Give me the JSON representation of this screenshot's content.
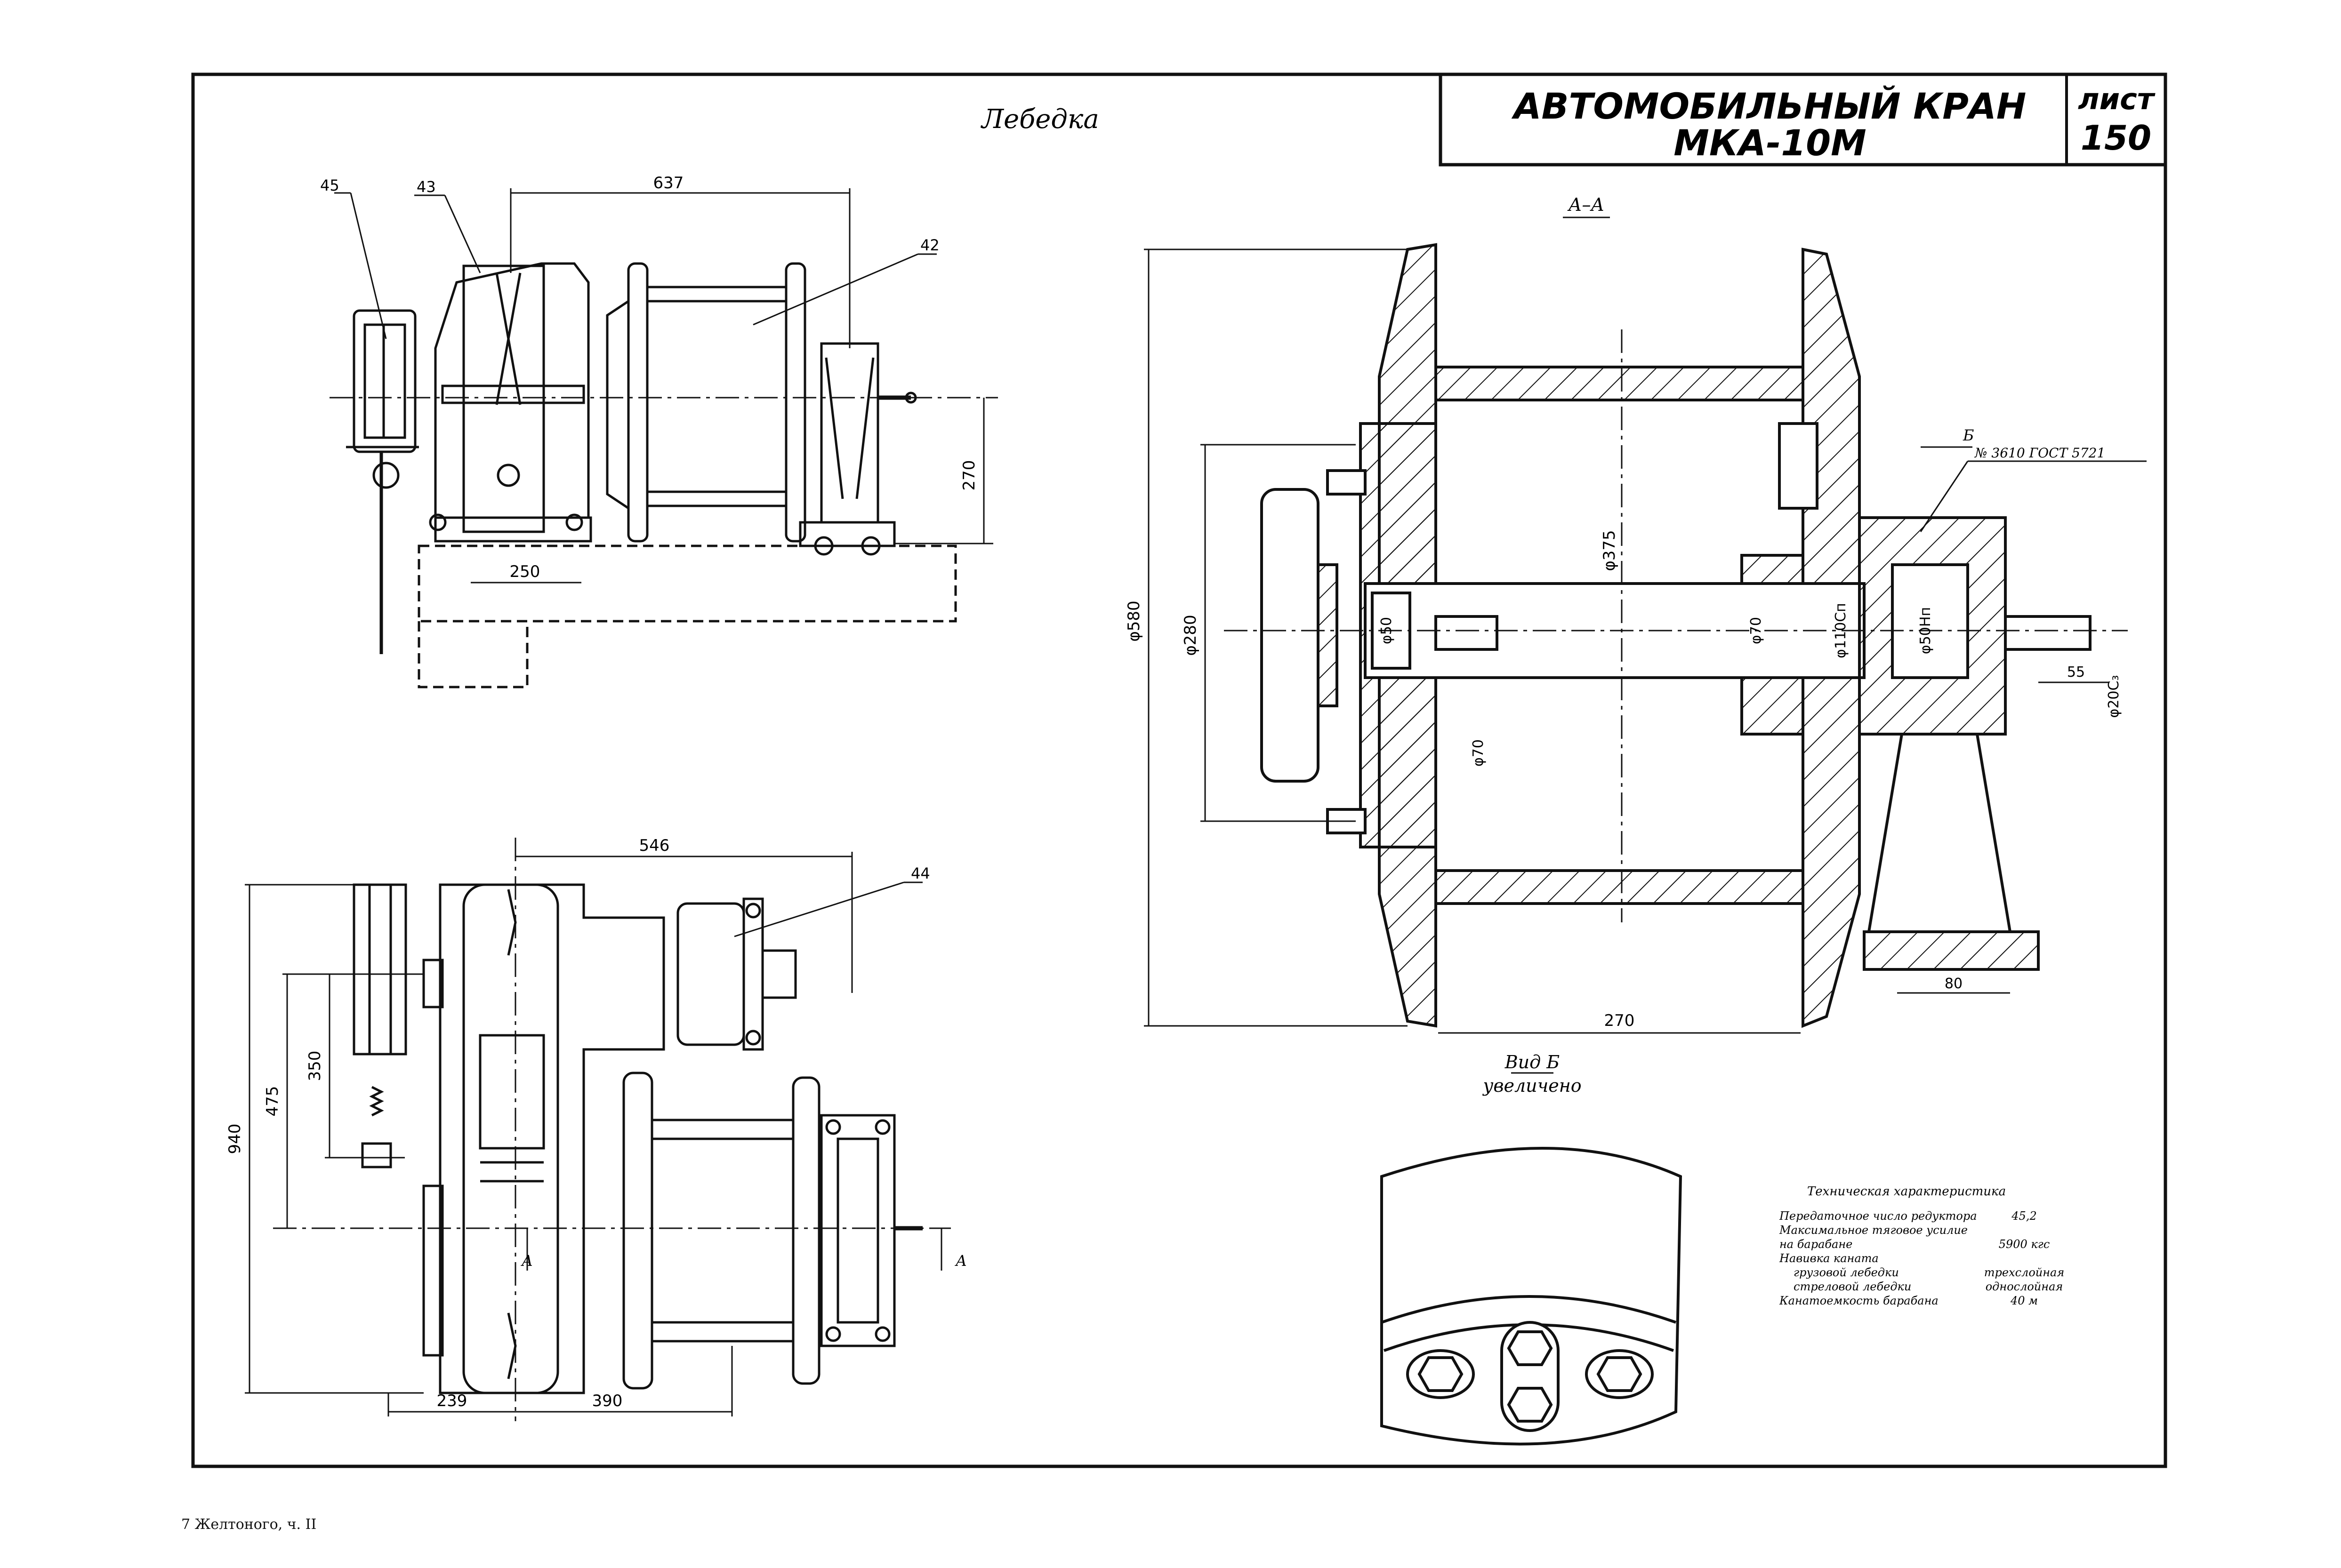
{
  "title_block": {
    "line1": "АВТОМОБИЛЬНЫЙ КРАН",
    "line2": "МКА-10М",
    "sheet_label": "лист",
    "sheet_number": "150"
  },
  "drawing_title": "Лебедка",
  "section_label": "А–А",
  "view_label_line1": "Вид Б",
  "view_label_line2": "увеличено",
  "arrow_b": "Б",
  "arrow_a": "А",
  "callouts": {
    "c45": "45",
    "c43": "43",
    "c42": "42",
    "c44": "44"
  },
  "dims": {
    "d637": "637",
    "d270v": "270",
    "d250": "250",
    "d546": "546",
    "d940": "940",
    "d475": "475",
    "d350": "350",
    "d239": "239",
    "d390": "390",
    "d580": "φ580",
    "d280": "φ280",
    "d375": "φ375",
    "d50": "φ50",
    "d70": "φ70",
    "d70a": "φ70",
    "d110": "φ110Cп",
    "d50h": "φ50Hп",
    "d20": "φ20C₃",
    "d55": "55",
    "d80": "80",
    "d270h": "270",
    "bearing": "№ 3610 ГОСТ 5721"
  },
  "spec": {
    "header": "Техническая характеристика",
    "rows": [
      {
        "label": "Передаточное число редуктора",
        "value": "45,2"
      },
      {
        "label": "Максимальное тяговое усилие",
        "value": ""
      },
      {
        "label": "на барабане",
        "value": "5900 кгс"
      },
      {
        "label": "Навивка каната",
        "value": ""
      },
      {
        "label": "грузовой лебедки",
        "value": "трехслойная"
      },
      {
        "label": "стреловой лебедки",
        "value": "однослойная"
      },
      {
        "label": "Канатоемкость барабана",
        "value": "40 м"
      }
    ]
  },
  "footer": "7 Желтоного, ч. II"
}
